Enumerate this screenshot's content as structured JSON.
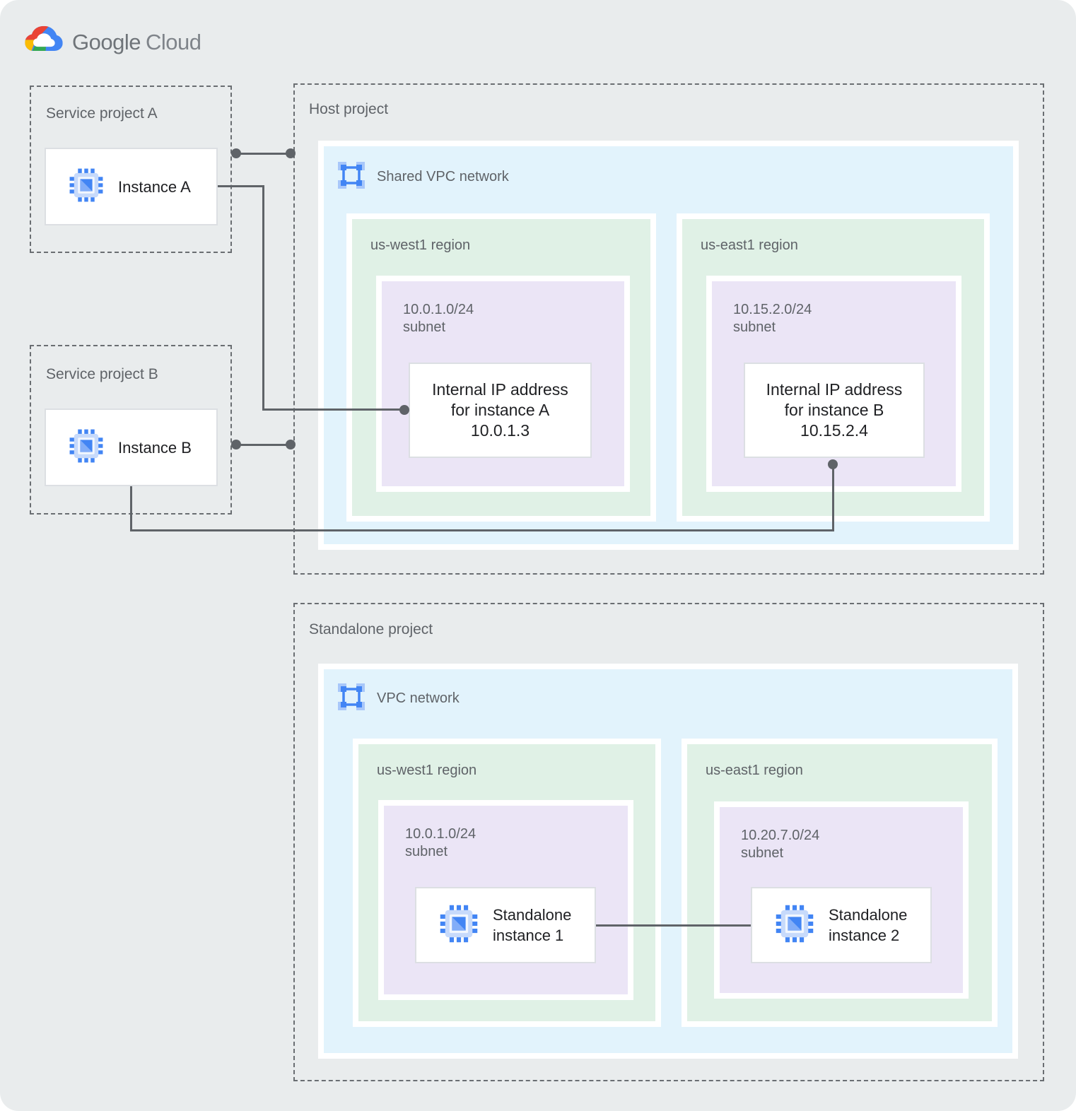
{
  "logo": {
    "google": "Google",
    "cloud": "Cloud"
  },
  "service_project_a": {
    "title": "Service project A",
    "instance_label": "Instance A"
  },
  "service_project_b": {
    "title": "Service project B",
    "instance_label": "Instance B"
  },
  "host_project": {
    "title": "Host project",
    "network_label": "Shared VPC network",
    "regions": [
      {
        "title": "us-west1 region",
        "subnet_cidr": "10.0.1.0/24",
        "subnet_label": "subnet",
        "card": {
          "line1": "Internal IP address",
          "line2": "for instance A",
          "line3": "10.0.1.3"
        }
      },
      {
        "title": "us-east1 region",
        "subnet_cidr": "10.15.2.0/24",
        "subnet_label": "subnet",
        "card": {
          "line1": "Internal IP address",
          "line2": "for instance B",
          "line3": "10.15.2.4"
        }
      }
    ]
  },
  "standalone_project": {
    "title": "Standalone project",
    "network_label": "VPC network",
    "regions": [
      {
        "title": "us-west1 region",
        "subnet_cidr": "10.0.1.0/24",
        "subnet_label": "subnet",
        "instance": {
          "line1": "Standalone",
          "line2": "instance 1"
        }
      },
      {
        "title": "us-east1 region",
        "subnet_cidr": "10.20.7.0/24",
        "subnet_label": "subnet",
        "instance": {
          "line1": "Standalone",
          "line2": "instance 2"
        }
      }
    ]
  },
  "icons": {
    "google-cloud-logo": "multicolor cloud",
    "vpc-network-icon": "blue square with corner nodes",
    "compute-instance-icon": "blue chip with pins"
  },
  "colors": {
    "background": "#e9eced",
    "network_fill": "#e2f3fc",
    "region_fill": "#e0f1e6",
    "subnet_fill": "#ebe5f6",
    "dashed_border": "#6a6e72",
    "connector": "#5f6368",
    "label_gray": "#5f6368",
    "text_dark": "#202124",
    "brand_blue": "#4285f4",
    "brand_red": "#ea4335",
    "brand_yellow": "#fbbc04",
    "brand_green": "#34a853"
  }
}
